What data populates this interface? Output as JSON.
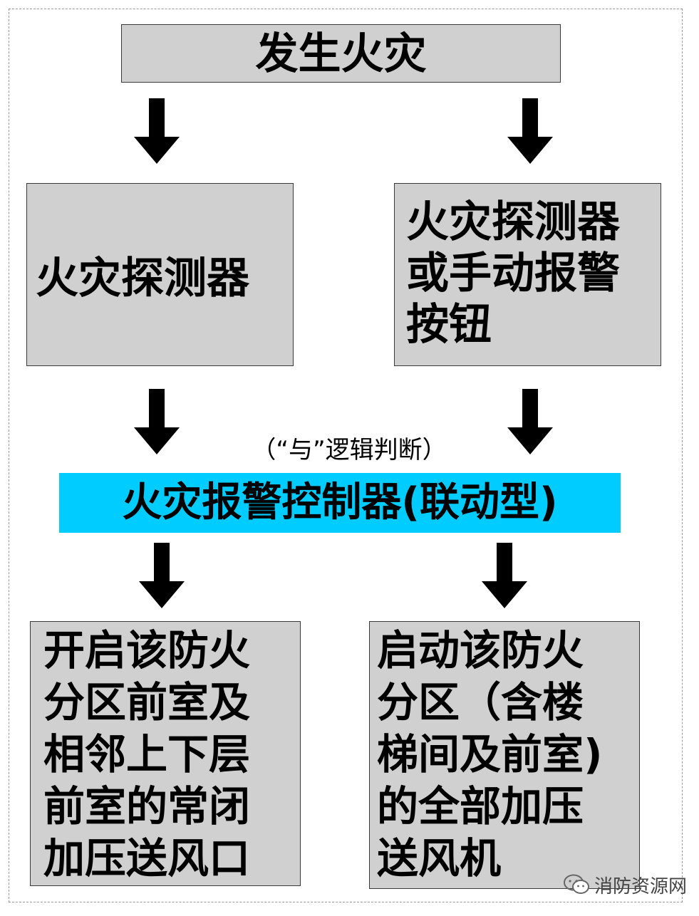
{
  "diagram": {
    "top_box": "发生火灾",
    "left_detector": "火灾探测器",
    "right_detector_lines": [
      "火灾探测器",
      "或手动报警",
      "按钮"
    ],
    "logic_note": "（“与”逻辑判断）",
    "controller": "火灾报警控制器(联动型)",
    "left_action_lines": [
      "开启该防火",
      "分区前室及",
      "相邻上下层",
      "前室的常闭",
      "加压送风口"
    ],
    "right_action_lines": [
      "启动该防火",
      "分区（含楼",
      "梯间及前室)",
      "的全部加压",
      "送风机"
    ],
    "colors": {
      "box_fill": "#d0d0d0",
      "controller_fill": "#00ccff",
      "arrow": "#000000"
    }
  },
  "watermark": {
    "icon": "wechat-icon",
    "text": "消防资源网"
  }
}
